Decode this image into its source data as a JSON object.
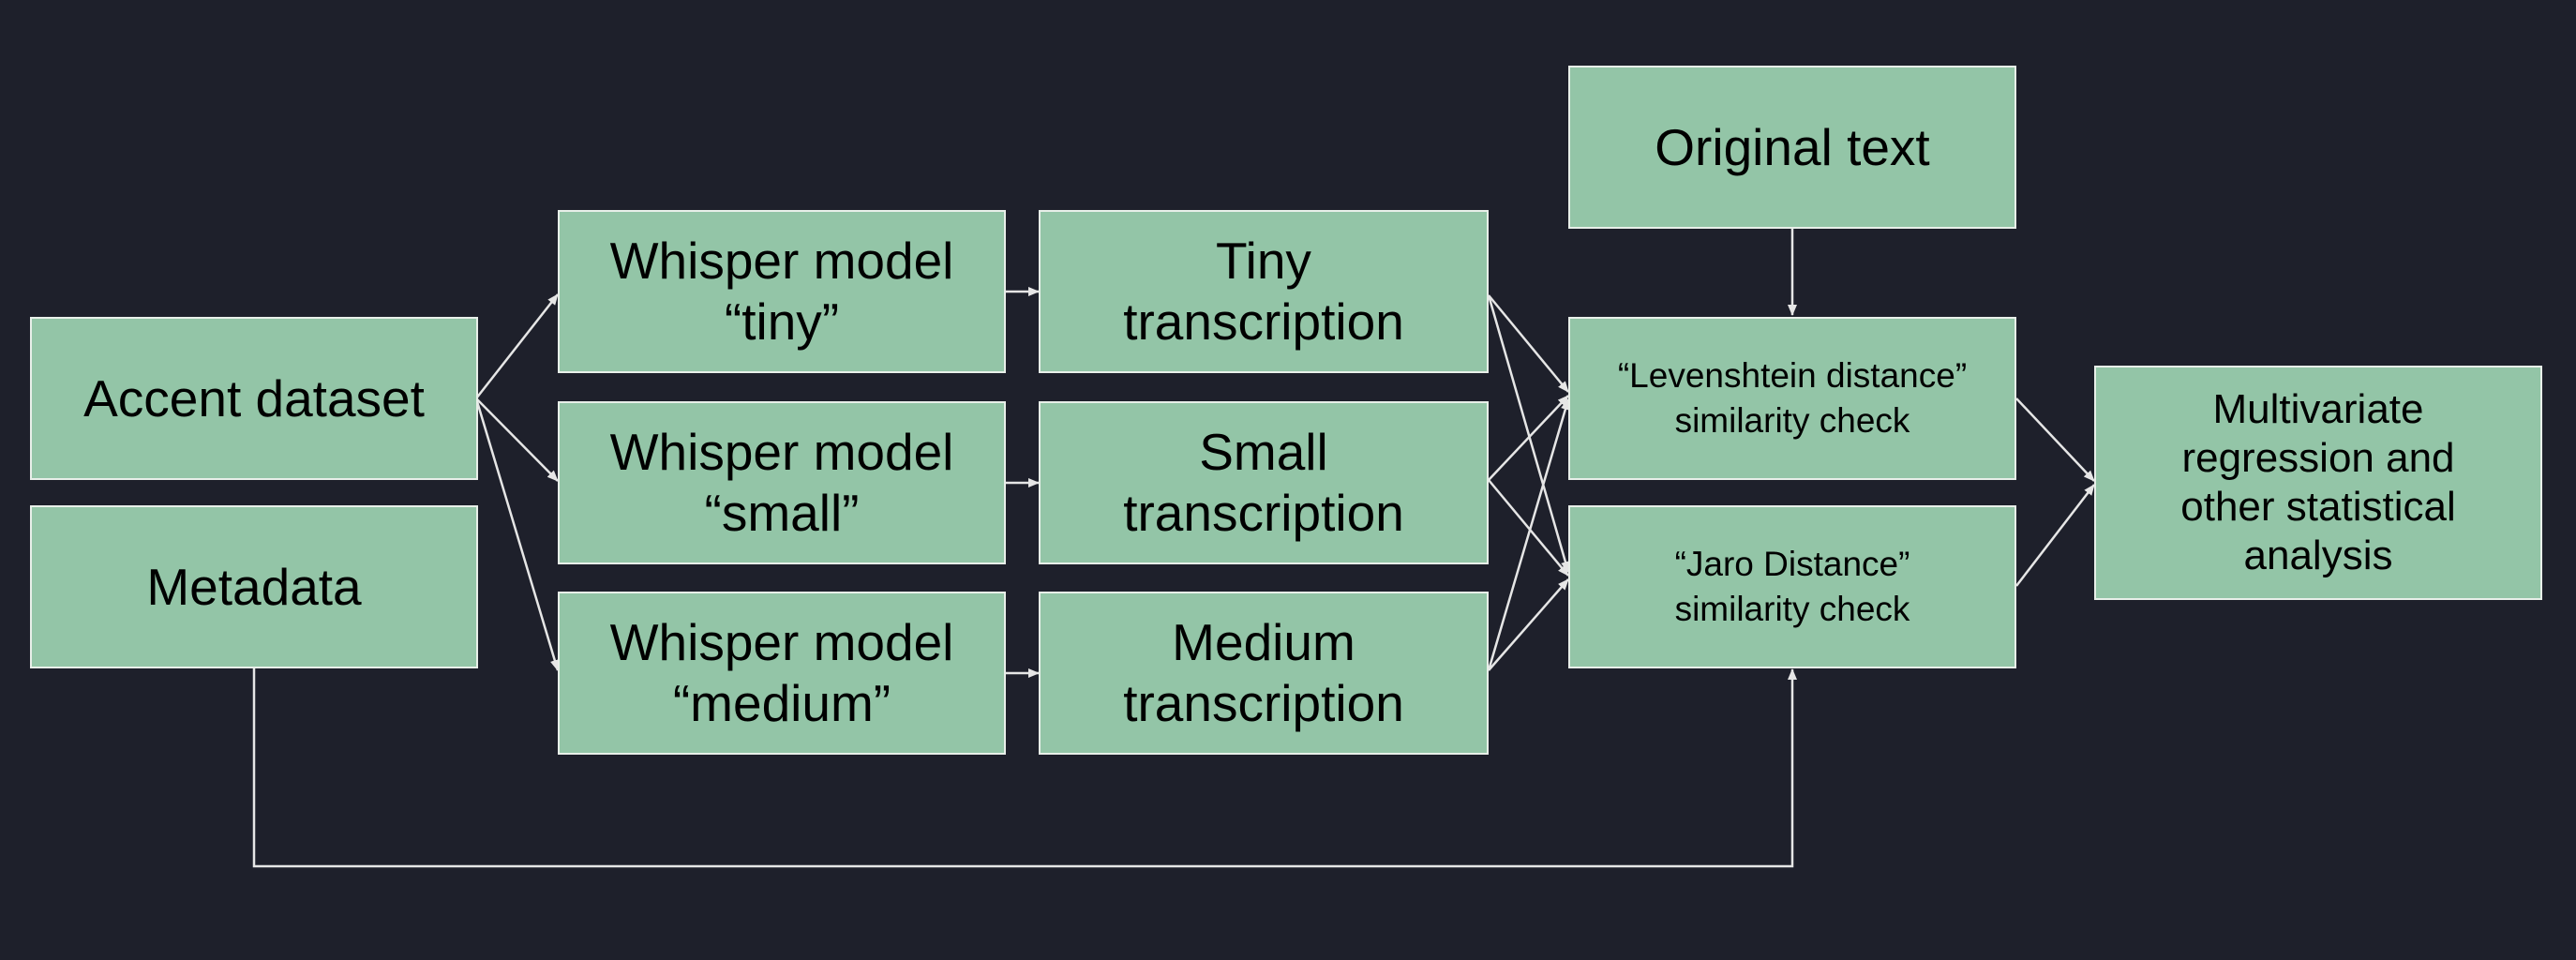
{
  "colors": {
    "background": "#1e202b",
    "node_fill": "#93c5a7",
    "node_border": "#e8efe9",
    "edge": "#e6e6e6",
    "text": "#000000"
  },
  "nodes": {
    "accent_dataset": "Accent dataset",
    "metadata": "Metadata",
    "whisper_tiny": "Whisper model\n“tiny”",
    "whisper_small": "Whisper model\n“small”",
    "whisper_medium": "Whisper model\n“medium”",
    "tiny_transcription": "Tiny\ntranscription",
    "small_transcription": "Small\ntranscription",
    "medium_transcription": "Medium\ntranscription",
    "original_text": "Original text",
    "levenshtein_check": "“Levenshtein distance”\nsimilarity check",
    "jaro_check": "“Jaro Distance”\nsimilarity check",
    "multivariate_analysis": "Multivariate\nregression and\nother statistical\nanalysis"
  },
  "edges": [
    {
      "from": "accent_dataset",
      "to": "whisper_tiny"
    },
    {
      "from": "accent_dataset",
      "to": "whisper_small"
    },
    {
      "from": "accent_dataset",
      "to": "whisper_medium"
    },
    {
      "from": "whisper_tiny",
      "to": "tiny_transcription"
    },
    {
      "from": "whisper_small",
      "to": "small_transcription"
    },
    {
      "from": "whisper_medium",
      "to": "medium_transcription"
    },
    {
      "from": "tiny_transcription",
      "to": "levenshtein_check"
    },
    {
      "from": "tiny_transcription",
      "to": "jaro_check"
    },
    {
      "from": "small_transcription",
      "to": "levenshtein_check"
    },
    {
      "from": "small_transcription",
      "to": "jaro_check"
    },
    {
      "from": "medium_transcription",
      "to": "levenshtein_check"
    },
    {
      "from": "medium_transcription",
      "to": "jaro_check"
    },
    {
      "from": "original_text",
      "to": "levenshtein_check"
    },
    {
      "from": "metadata",
      "to": "jaro_check"
    },
    {
      "from": "levenshtein_check",
      "to": "multivariate_analysis"
    },
    {
      "from": "jaro_check",
      "to": "multivariate_analysis"
    }
  ]
}
